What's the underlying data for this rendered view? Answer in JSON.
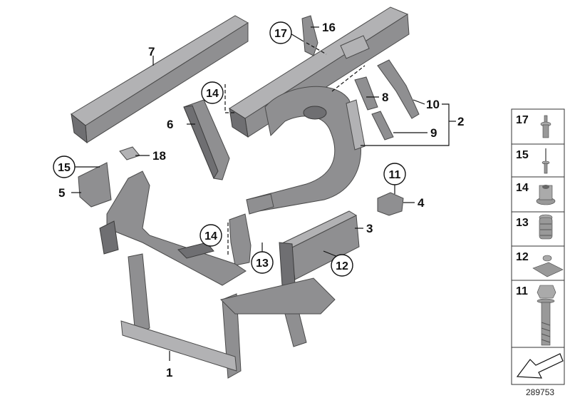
{
  "callouts": {
    "c1": "1",
    "c2": "2",
    "c3": "3",
    "c4": "4",
    "c5": "5",
    "c6": "6",
    "c7": "7",
    "c8": "8",
    "c9": "9",
    "c10": "10",
    "c11": "11",
    "c12": "12",
    "c13": "13",
    "c14a": "14",
    "c14b": "14",
    "c15": "15",
    "c16": "16",
    "c17": "17",
    "c18": "18"
  },
  "legend": {
    "items": [
      "17",
      "15",
      "14",
      "13",
      "12",
      "11"
    ]
  },
  "reference_number": "289753",
  "colors": {
    "part": "#8f8f91",
    "line": "#111111",
    "background": "#ffffff"
  }
}
